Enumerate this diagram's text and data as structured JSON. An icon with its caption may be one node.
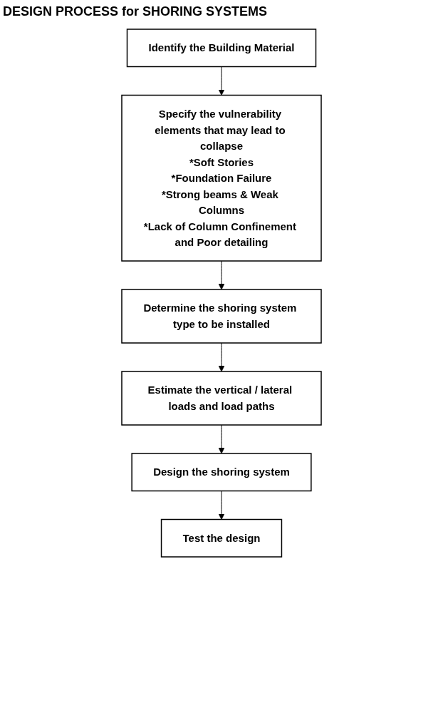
{
  "diagram": {
    "title": "DESIGN PROCESS for SHORING SYSTEMS",
    "nodes": [
      {
        "text": [
          "Identify the Building Material"
        ]
      },
      {
        "text": [
          "Specify the vulnerability elements that may lead to collapse",
          "*Soft Stories",
          "*Foundation Failure",
          "*Strong beams & Weak Columns",
          "*Lack of Column Confinement and Poor detailing"
        ]
      },
      {
        "text": [
          "Determine the shoring system type to be installed"
        ]
      },
      {
        "text": [
          "Estimate the vertical / lateral loads and load paths"
        ]
      },
      {
        "text": [
          "Design the shoring system"
        ]
      },
      {
        "text": [
          "Test the design"
        ]
      }
    ],
    "edges": [
      {
        "from": 0,
        "to": 1,
        "arrow": "to"
      },
      {
        "from": 1,
        "to": 2,
        "arrow": "to"
      },
      {
        "from": 2,
        "to": 3,
        "arrow": "to"
      },
      {
        "from": 3,
        "to": 4,
        "arrow": "to"
      },
      {
        "from": 4,
        "to": 5,
        "arrow": "to"
      }
    ]
  }
}
